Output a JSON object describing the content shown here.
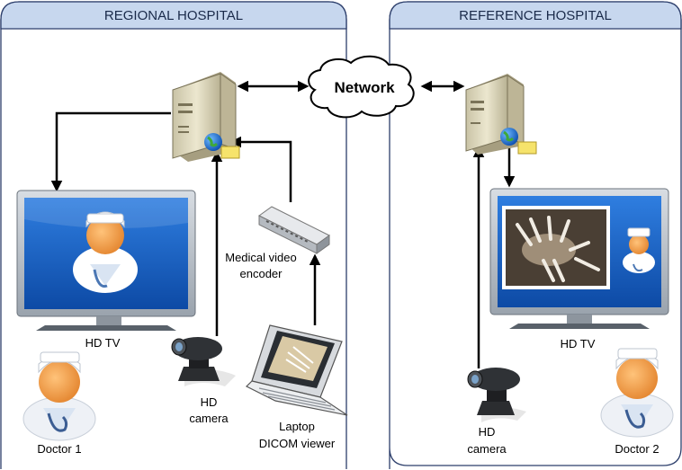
{
  "panels": {
    "regional": {
      "title": "REGIONAL HOSPITAL"
    },
    "reference": {
      "title": "REFERENCE HOSPITAL"
    }
  },
  "network": {
    "label": "Network"
  },
  "regional": {
    "tv_label": "HD TV",
    "camera_label_line1": "HD",
    "camera_label_line2": "camera",
    "encoder_label_line1": "Medical video",
    "encoder_label_line2": "encoder",
    "laptop_label_line1": "Laptop",
    "laptop_label_line2": "DICOM viewer",
    "doctor_label": "Doctor 1"
  },
  "reference": {
    "tv_label": "HD TV",
    "camera_label_line1": "HD",
    "camera_label_line2": "camera",
    "doctor_label": "Doctor 2"
  },
  "colors": {
    "panel_header": "#c7d7ee",
    "panel_border": "#2c3e6b",
    "screen_blue": "#1d63c4",
    "arrow": "#000000"
  }
}
